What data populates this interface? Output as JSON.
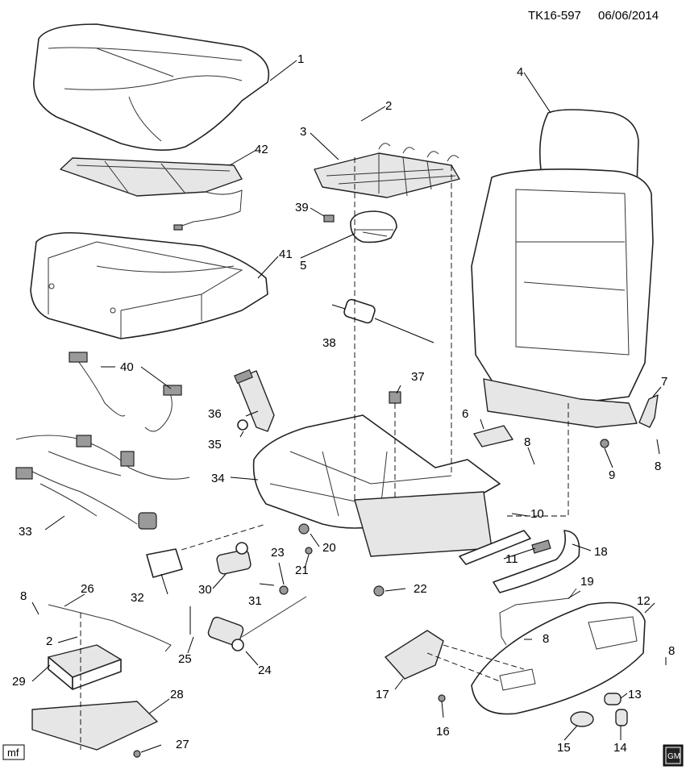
{
  "header": {
    "diagram_code": "TK16-597",
    "date": "06/06/2014"
  },
  "footer": {
    "mf_label": "mf",
    "gm_logo_text": "GM"
  },
  "callouts": {
    "c1": "1",
    "c2": "2",
    "c2b": "2",
    "c3": "3",
    "c4": "4",
    "c5": "5",
    "c6": "6",
    "c7": "7",
    "c8a": "8",
    "c8b": "8",
    "c8c": "8",
    "c8d": "8",
    "c8e": "8",
    "c9": "9",
    "c10": "10",
    "c11": "11",
    "c12": "12",
    "c13": "13",
    "c14": "14",
    "c15": "15",
    "c16": "16",
    "c17": "17",
    "c18": "18",
    "c19": "19",
    "c20": "20",
    "c21": "21",
    "c22": "22",
    "c23": "23",
    "c24": "24",
    "c25": "25",
    "c26": "26",
    "c27": "27",
    "c28": "28",
    "c29": "29",
    "c30": "30",
    "c31": "31",
    "c32": "32",
    "c33": "33",
    "c34": "34",
    "c35": "35",
    "c36": "36",
    "c37": "37",
    "c38": "38",
    "c39": "39",
    "c40": "40",
    "c41": "41",
    "c42": "42"
  }
}
